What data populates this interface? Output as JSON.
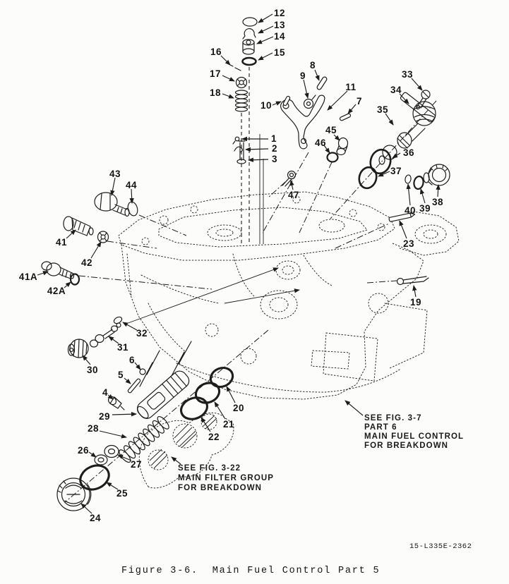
{
  "figure": {
    "caption": "Figure 3-6.  Main Fuel Control Part 5",
    "doc_number": "15-L335E-2362"
  },
  "notes": {
    "fig37": [
      "SEE FIG. 3-7",
      "PART 6",
      "MAIN FUEL CONTROL",
      "FOR BREAKDOWN"
    ],
    "fig322": [
      "SEE FIG. 3-22",
      "MAIN FILTER GROUP",
      "FOR BREAKDOWN"
    ]
  },
  "callouts": {
    "n1": "1",
    "n2": "2",
    "n3": "3",
    "n4": "4",
    "n5": "5",
    "n6": "6",
    "n7": "7",
    "n8": "8",
    "n9": "9",
    "n10": "10",
    "n11": "11",
    "n12": "12",
    "n13": "13",
    "n14": "14",
    "n15": "15",
    "n16": "16",
    "n17": "17",
    "n18": "18",
    "n19": "19",
    "n20": "20",
    "n21": "21",
    "n22": "22",
    "n23": "23",
    "n24": "24",
    "n25": "25",
    "n26": "26",
    "n27": "27",
    "n28": "28",
    "n29": "29",
    "n30": "30",
    "n31": "31",
    "n32": "32",
    "n33": "33",
    "n34": "34",
    "n35": "35",
    "n36": "36",
    "n37": "37",
    "n38": "38",
    "n39": "39",
    "n40": "40",
    "n41": "41",
    "n41a": "41A",
    "n42": "42",
    "n42a": "42A",
    "n43": "43",
    "n44": "44",
    "n45": "45",
    "n46": "46",
    "n47": "47"
  }
}
